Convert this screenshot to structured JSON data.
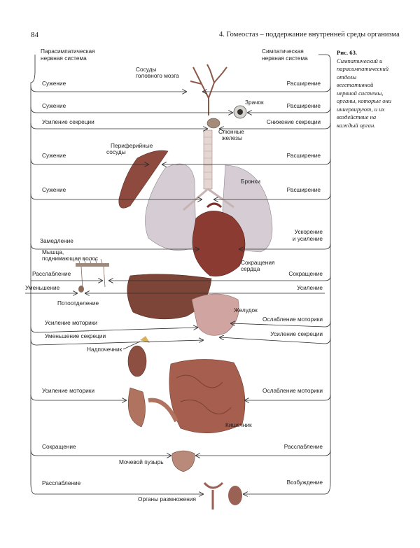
{
  "page": {
    "number": "84",
    "header": "4. Гомеостаз – поддержание внутренней среды организма"
  },
  "caption": {
    "label": "Рис. 63.",
    "text": "Симпатический и парасимпатический отделы вегетативной нервной системы, органы, которые они иннервируют, и их воздействие на каждый орган."
  },
  "diagram": {
    "parasympathetic_title_1": "Парасимпатическая",
    "parasympathetic_title_2": "нервная система",
    "sympathetic_title_1": "Симпатическая",
    "sympathetic_title_2": "нервная система",
    "rows": [
      {
        "left": "Сужение",
        "right": "Расширение"
      },
      {
        "left": "Сужение",
        "right": "Расширение"
      },
      {
        "left": "Усиление секреции",
        "right": "Снижение секреции"
      },
      {
        "left": "Сужение",
        "right": "Расширение"
      },
      {
        "left": "Сужение",
        "right": "Расширение"
      },
      {
        "left": "Замедление",
        "right_1": "Ускорение",
        "right_2": "и усиление"
      },
      {
        "left": "Расслабление",
        "right": "Сокращение"
      },
      {
        "left": "Уменьшение",
        "right": "Усиление"
      },
      {
        "left": "Усиление моторики",
        "right": "Ослабление моторики"
      },
      {
        "left": "Уменьшение секреции",
        "right": "Усиление  секреции"
      },
      {
        "left": "Усиление моторики",
        "right": "Ослабление моторики"
      },
      {
        "left": "Сокращение",
        "right": "Расслабление"
      },
      {
        "left": "Расслабление",
        "right": "Возбуждение"
      }
    ],
    "organs": {
      "brain_vessels_1": "Сосуды",
      "brain_vessels_2": "головного мозга",
      "pupil": "Зрачок",
      "salivary_1": "Слюнные",
      "salivary_2": "железы",
      "peripheral_1": "Периферийные",
      "peripheral_2": "сосуды",
      "bronchi": "Бронхи",
      "hair_muscle_1": "Мышца,",
      "hair_muscle_2": "поднимающая волос",
      "heart_1": "Сокращения",
      "heart_2": "сердца",
      "sweating": "Потоотделение",
      "stomach": "Желудок",
      "adrenal": "Надпочечник",
      "intestine": "Кишечник",
      "bladder": "Мочевой пузырь",
      "reproductive": "Органы размножения"
    }
  }
}
